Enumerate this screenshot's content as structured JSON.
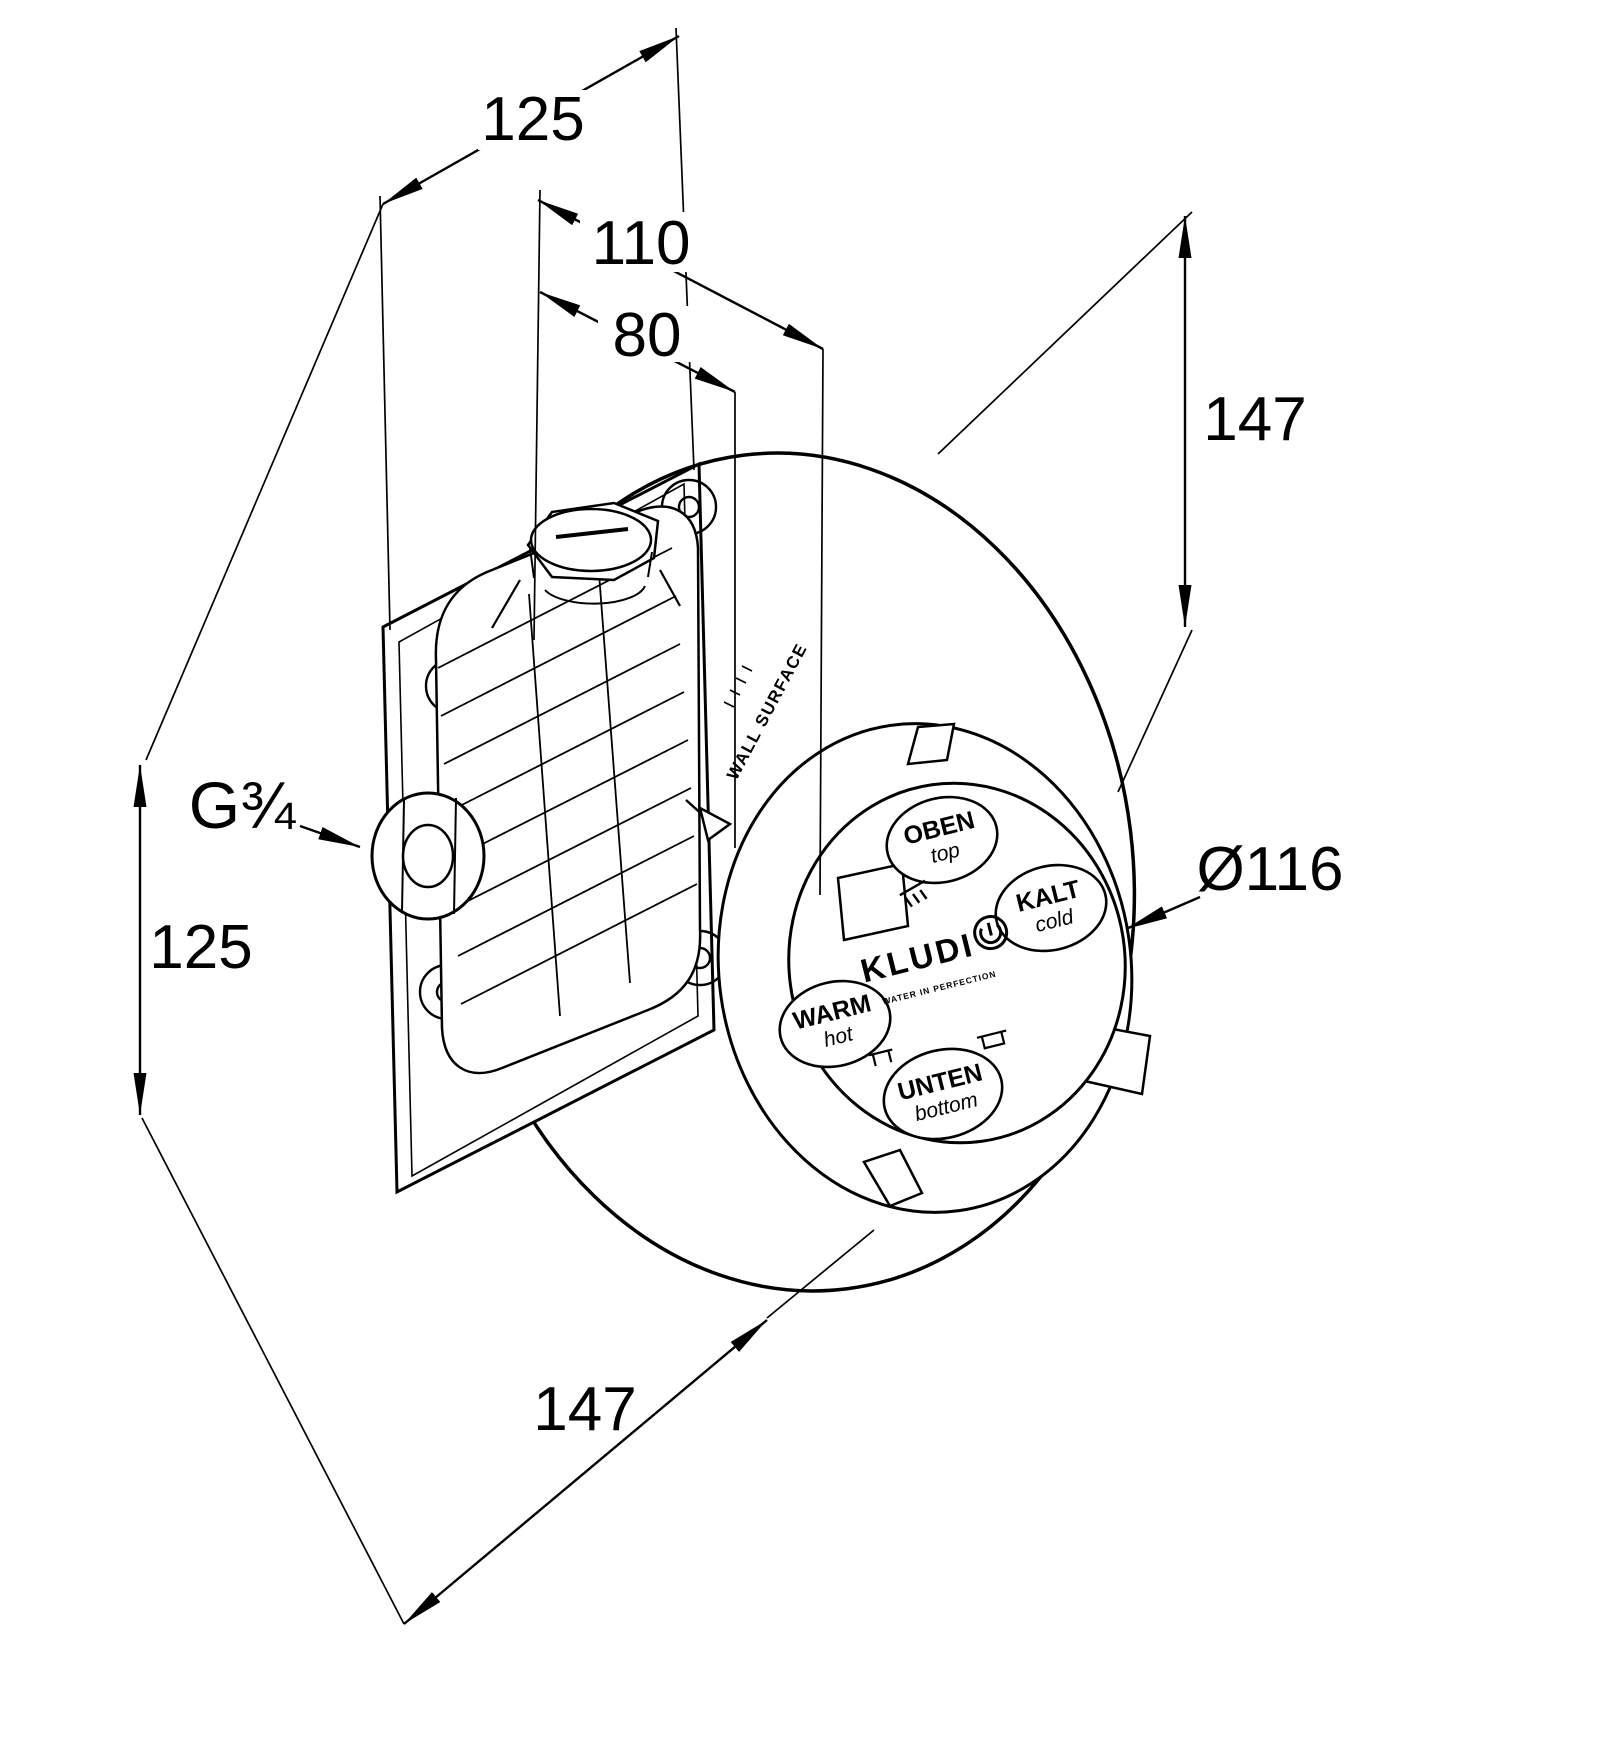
{
  "colors": {
    "line": "#000000",
    "background": "#ffffff"
  },
  "dimensions": {
    "width_top": "125",
    "offset_mid": "110",
    "offset_inner": "80",
    "height_right": "147",
    "height_left": "125",
    "width_bottom": "147",
    "faceplate_diameter": "Ø116",
    "pipe_thread": "G¾"
  },
  "faceplate": {
    "labels": [
      {
        "main": "OBEN",
        "sub": "top"
      },
      {
        "main": "KALT",
        "sub": "cold"
      },
      {
        "main": "WARM",
        "sub": "hot"
      },
      {
        "main": "UNTEN",
        "sub": "bottom"
      }
    ],
    "brand": "KLUDI",
    "brand_tagline": "WATER IN PERFECTION",
    "wall_text": "WALL SURFACE"
  },
  "icons": {
    "wall_surface_arrow": "arrow-down-right",
    "kludi_logo": "circle-power-mark",
    "shower_spray": "spray-glyph",
    "outlet_glyphs": "pipe-glyph"
  }
}
